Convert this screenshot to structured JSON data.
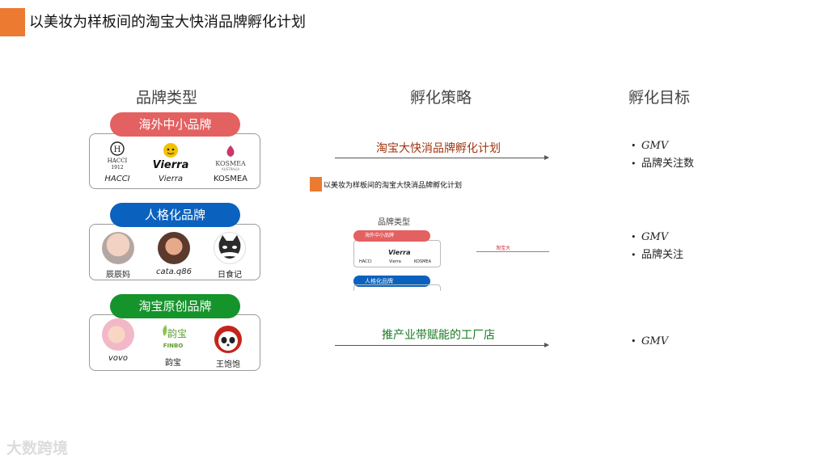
{
  "title": "以美妆为样板间的淘宝大快消品牌孵化计划",
  "headings": {
    "brand_type": "品牌类型",
    "strategy": "孵化策略",
    "goal": "孵化目标"
  },
  "groups": [
    {
      "pill": "海外中小品牌",
      "color": "#e46161",
      "brands": [
        "HACCI",
        "Vierra",
        "KOSMEA"
      ]
    },
    {
      "pill": "人格化品牌",
      "color": "#0b62be",
      "brands": [
        "辰辰妈",
        "cata.q86",
        "日食记"
      ]
    },
    {
      "pill": "淘宝原创品牌",
      "color": "#15942c",
      "brands": [
        "vovo",
        "韵宝",
        "王饱饱"
      ]
    }
  ],
  "logo_text": {
    "hacci_year": "1912",
    "vierra": "Vierra",
    "kosmea_small": "AUSTRALIA",
    "finbo_cn": "韵宝",
    "finbo_en": "FINBO"
  },
  "strategies": [
    {
      "label": "淘宝大快消品牌孵化计划",
      "color": "#a0350f"
    },
    {
      "label": "推产业带赋能的工厂店",
      "color": "#197a22"
    }
  ],
  "goals": [
    [
      "GMV",
      "品牌关注数"
    ],
    [
      "GMV",
      "品牌关注"
    ],
    [
      "GMV"
    ]
  ],
  "thumbnail": {
    "title": "以美妆为样板间的淘宝大快消品牌孵化计划",
    "heading": "品牌类型",
    "pill1": "海外中小品牌",
    "pill2": "人格化品牌",
    "brands": [
      "HACCI",
      "Vierra",
      "KOSMEA"
    ],
    "side_label": "淘宝大"
  },
  "watermark": "大数跨境"
}
